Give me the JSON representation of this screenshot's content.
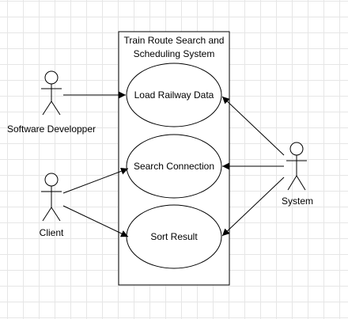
{
  "system_boundary": {
    "title_line1": "Train Route Search and",
    "title_line2": "Scheduling System"
  },
  "use_cases": {
    "load": "Load Railway Data",
    "search": "Search Connection",
    "sort": "Sort Result"
  },
  "actors": {
    "developer": "Software Developper",
    "client": "Client",
    "system": "System"
  },
  "colors": {
    "stroke": "#000000",
    "fill": "#ffffff",
    "grid": "#e6e6e6"
  }
}
